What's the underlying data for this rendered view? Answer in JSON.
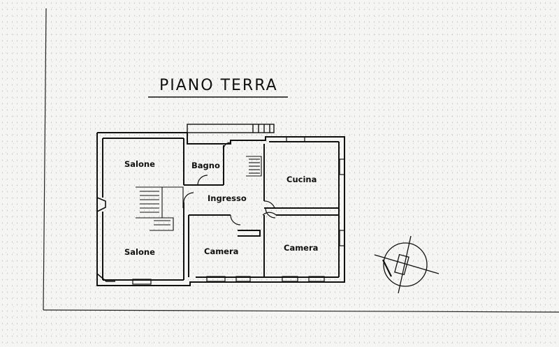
{
  "plan": {
    "title": "PIANO TERRA",
    "rooms": {
      "salone_top": "Salone",
      "bagno": "Bagno",
      "cucina": "Cucina",
      "ingresso": "Ingresso",
      "salone_bottom": "Salone",
      "camera_left": "Camera",
      "camera_right": "Camera"
    },
    "compass_icon": "north-arrow-icon",
    "line_color": "#111111"
  }
}
